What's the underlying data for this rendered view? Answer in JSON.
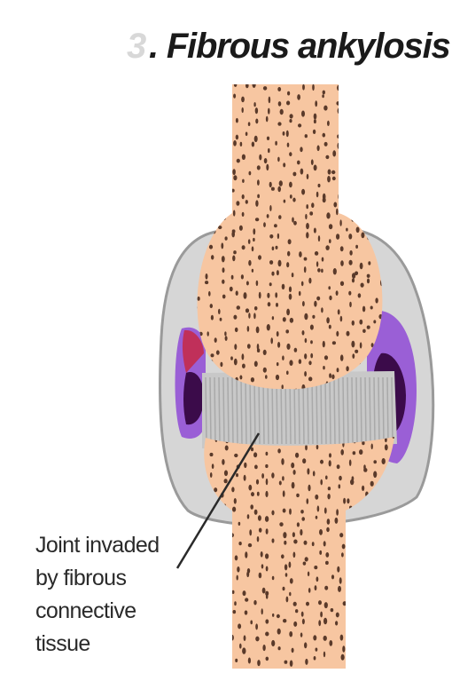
{
  "figure": {
    "title_prefix": "3",
    "title": ". Fibrous ankylosis",
    "annotation": {
      "lines": [
        "Joint invaded",
        "by fibrous",
        "connective",
        "tissue"
      ]
    }
  },
  "colors": {
    "bone": "#f7c6a1",
    "bone_pores": "#5a3a2a",
    "capsule": "#d9d9d9",
    "capsule_edge": "#9a9a9a",
    "fibrous_tissue": "#c4c4c4",
    "synovium_purple": "#8a4fc8",
    "synovium_dark": "#3b0b4a",
    "synovium_red": "#c0305a"
  },
  "icons": {
    "pointer": "leader-line"
  }
}
